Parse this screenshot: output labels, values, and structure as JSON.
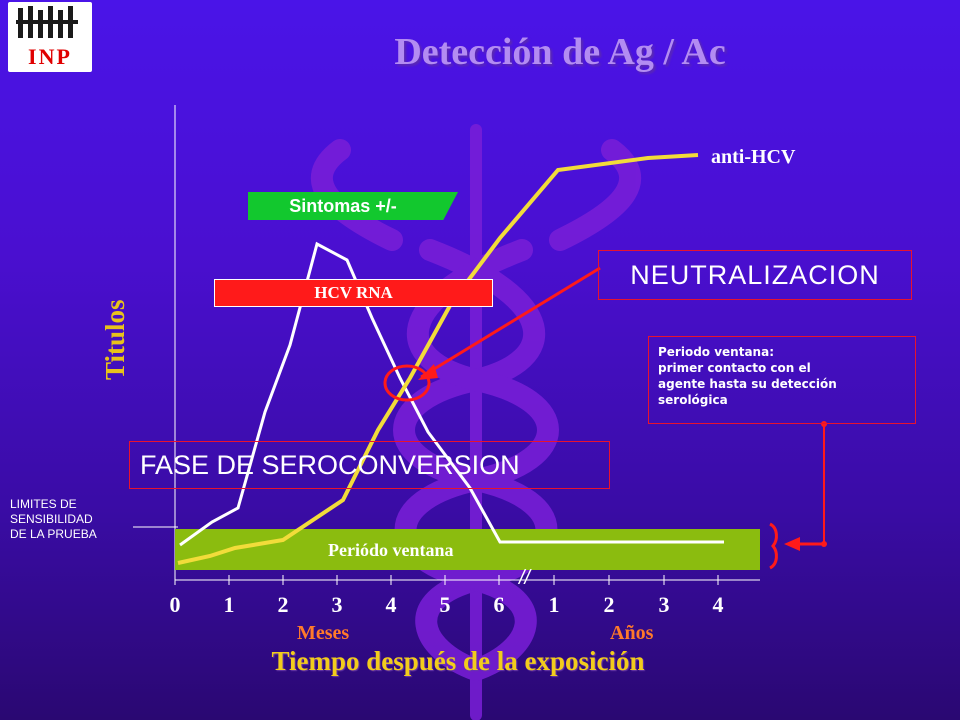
{
  "slide": {
    "logo_text": "INP",
    "title": "Detección de Ag / Ac",
    "y_axis_label": "Titulos",
    "x_axis_title": "Tiempo después de la exposición",
    "x_unit_months": "Meses",
    "x_unit_years": "Años",
    "x_ticks": [
      "0",
      "1",
      "2",
      "3",
      "4",
      "5",
      "6",
      "1",
      "2",
      "3",
      "4"
    ],
    "break_marker": "//",
    "labels": {
      "sintomas": "Sintomas +/-",
      "hcv_rna": "HCV RNA",
      "anti_hcv": "anti-HCV",
      "neutralizacion": "NEUTRALIZACION",
      "fase": "FASE DE SEROCONVERSION",
      "periodo_ventana_band": "Periódo ventana",
      "limites_line1": "LIMITES DE",
      "limites_line2": "SENSIBILIDAD",
      "limites_line3": "DE LA PRUEBA",
      "note_line1": "Periodo ventana:",
      "note_line2": "primer contacto con el",
      "note_line3": "agente  hasta su detección",
      "note_line4": "serológica"
    },
    "colors": {
      "background_top": "#4a14e8",
      "background_bottom": "#2a0872",
      "anti_hcv_curve": "#f2dc3a",
      "hcv_rna_curve": "#ffffff",
      "band": "#8bbc0f",
      "sintomas_box": "#12c82e",
      "hcv_rna_box": "#ff1a1a",
      "accent_red": "#e8132e",
      "orange": "#ff7a2a",
      "yellow": "#f2cc1c"
    }
  }
}
